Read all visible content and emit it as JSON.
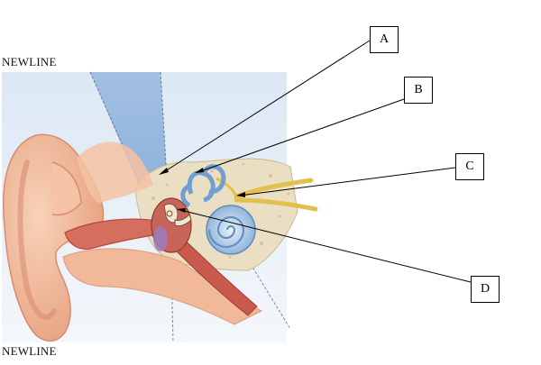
{
  "captions": {
    "top": "NEWLINE",
    "bottom": "NEWLINE"
  },
  "labels": [
    {
      "id": "A",
      "text": "A"
    },
    {
      "id": "B",
      "text": "B"
    },
    {
      "id": "C",
      "text": "C"
    },
    {
      "id": "D",
      "text": "D"
    }
  ],
  "colors": {
    "skin": "#f2b394",
    "skin_dark": "#d9856a",
    "canal": "#c4564a",
    "bone": "#ede3c9",
    "sky": "#a9c6e6",
    "cochlea": "#9fc3e3",
    "nerve": "#e7c65a"
  }
}
